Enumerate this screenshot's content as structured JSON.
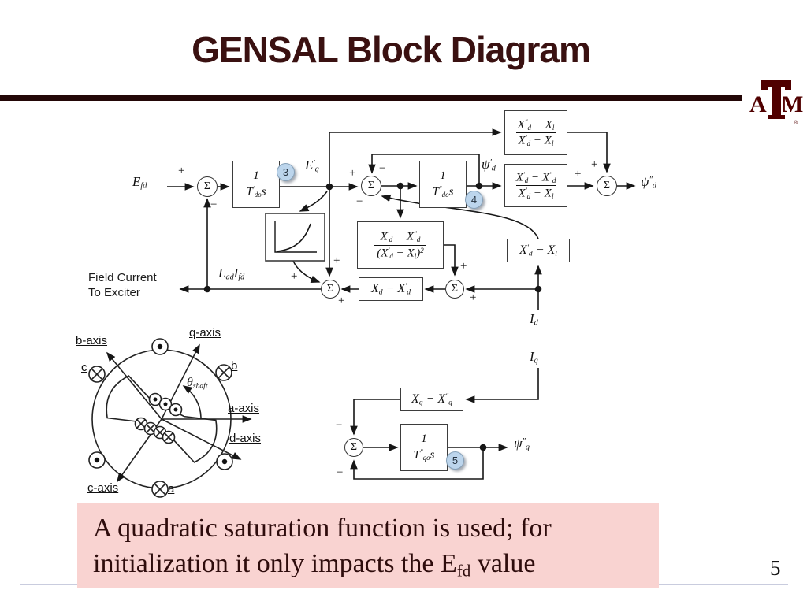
{
  "slide": {
    "title": "GENSAL Block Diagram",
    "page_number": "5",
    "colors": {
      "maroon": "#500000",
      "title_text": "#3A1111",
      "title_rule": "#230707",
      "note_bg": "#F9D3D1",
      "note_text": "#2E0C0C",
      "badge_fill": "#BCD5EC"
    }
  },
  "logo": {
    "letter_a": "A",
    "letter_t": "T",
    "letter_m": "M",
    "registered": "®"
  },
  "note": {
    "line1": "A quadratic saturation function is used; for",
    "line2": "initialization it only impacts the E_{fd} value"
  },
  "diagram": {
    "sigma": "Σ",
    "plus": "+",
    "minus": "−",
    "badges": [
      "3",
      "4",
      "5"
    ],
    "labels": {
      "efd": "E_{fd}",
      "eq_prime": "E^{′}_{q}",
      "psi_d_prime": "ψ^{′}_{d}",
      "psi_d_dprime": "ψ^{″}_{d}",
      "psi_q_dprime": "ψ^{″}_{q}",
      "lad_ifd": "L_{ad}I_{fd}",
      "i_d": "I_{d}",
      "i_q": "I_{q}",
      "field_current_line1": "Field Current",
      "field_current_line2": "To Exciter"
    },
    "blocks": {
      "tdo_p": {
        "num": "1",
        "den": "T^{′}_{do}s"
      },
      "tdo_pp": {
        "num": "1",
        "den": "T^{″}_{do}s"
      },
      "tqo_pp": {
        "num": "1",
        "den": "T^{″}_{qo}s"
      },
      "ratio_a": {
        "num": "X^{″}_{d} − X_{l}",
        "den": "X^{′}_{d} − X_{l}"
      },
      "ratio_b": {
        "num": "X^{′}_{d} − X^{″}_{d}",
        "den": "X^{′}_{d} − X_{l}"
      },
      "ratio_c": {
        "num": "X^{′}_{d} − X^{″}_{d}",
        "den": "(X^{′}_{d} − X_{l})^{2}"
      },
      "gain_d": {
        "text": "X_{d} − X^{′}_{d}"
      },
      "gain_e": {
        "text": "X^{′}_{d} − X_{l}"
      },
      "gain_f": {
        "text": "X_{q} − X^{″}_{q}"
      }
    },
    "machine": {
      "axis_q": "q-axis",
      "axis_b": "b-axis",
      "axis_a": "a-axis",
      "axis_d": "d-axis",
      "axis_c": "c-axis",
      "theta_shaft": "θ_{shaft}",
      "phase_a": "a",
      "phase_b": "b",
      "phase_c": "c"
    }
  }
}
